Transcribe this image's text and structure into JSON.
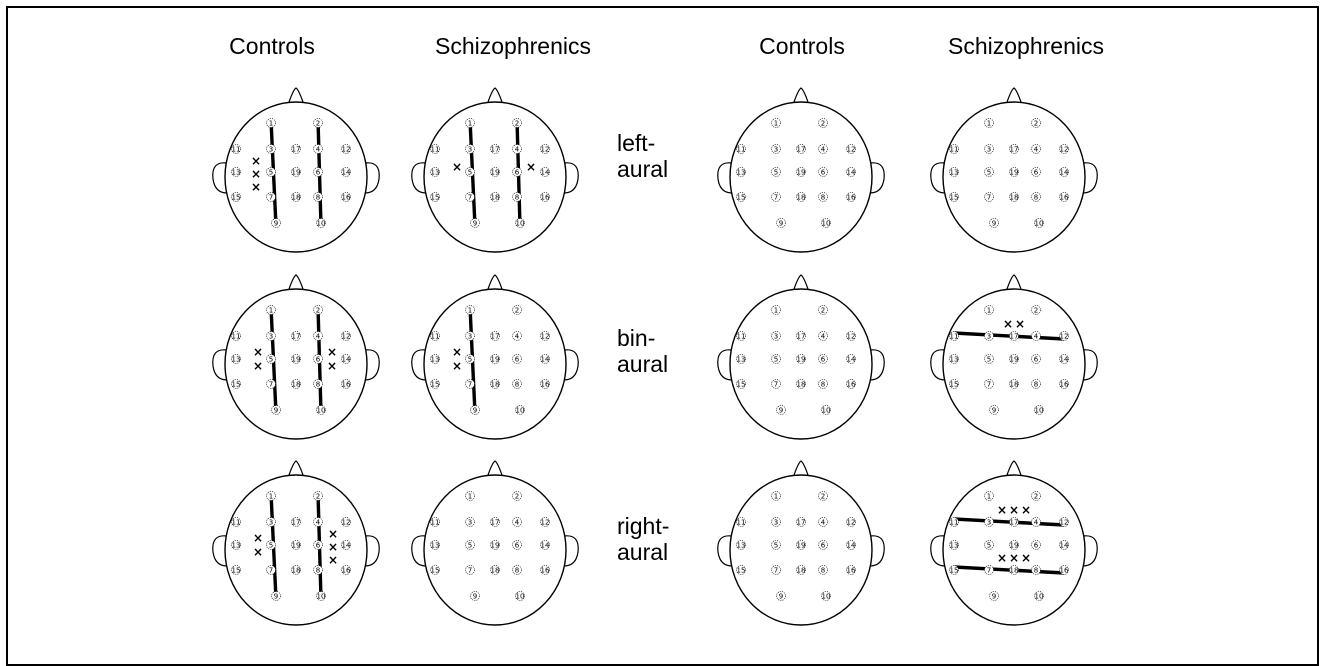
{
  "columns": [
    "Controls",
    "Schizophrenics",
    "Controls",
    "Schizophrenics"
  ],
  "conditions": [
    {
      "line1": "left-",
      "line2": "aural"
    },
    {
      "line1": "bin-",
      "line2": "aural"
    },
    {
      "line1": "right-",
      "line2": "aural"
    }
  ],
  "electrodes": [
    "1",
    "2",
    "3",
    "4",
    "5",
    "6",
    "7",
    "8",
    "9",
    "10",
    "11",
    "12",
    "13",
    "14",
    "15",
    "16",
    "17",
    "18",
    "19"
  ],
  "heads": [
    {
      "row": 0,
      "col": 0,
      "group": "Controls",
      "condition": "left-aural",
      "lines": [
        [
          "1",
          "9"
        ],
        [
          "2",
          "10"
        ]
      ],
      "x_marks": [
        "left-3"
      ]
    },
    {
      "row": 0,
      "col": 1,
      "group": "Schizophrenics",
      "condition": "left-aural",
      "lines": [
        [
          "1",
          "9"
        ],
        [
          "2",
          "10"
        ]
      ],
      "x_marks": [
        "left-1",
        "right-1"
      ]
    },
    {
      "row": 0,
      "col": 2,
      "group": "Controls",
      "condition": "left-aural",
      "lines": [],
      "x_marks": []
    },
    {
      "row": 0,
      "col": 3,
      "group": "Schizophrenics",
      "condition": "left-aural",
      "lines": [],
      "x_marks": []
    },
    {
      "row": 1,
      "col": 0,
      "group": "Controls",
      "condition": "bin-aural",
      "lines": [
        [
          "1",
          "9"
        ],
        [
          "2",
          "10"
        ]
      ],
      "x_marks": [
        "left-2",
        "right-2"
      ]
    },
    {
      "row": 1,
      "col": 1,
      "group": "Schizophrenics",
      "condition": "bin-aural",
      "lines": [
        [
          "1",
          "9"
        ]
      ],
      "x_marks": [
        "left-2"
      ]
    },
    {
      "row": 1,
      "col": 2,
      "group": "Controls",
      "condition": "bin-aural",
      "lines": [],
      "x_marks": []
    },
    {
      "row": 1,
      "col": 3,
      "group": "Schizophrenics",
      "condition": "bin-aural",
      "lines": [
        [
          "11",
          "12"
        ]
      ],
      "x_marks": [
        "top-2"
      ]
    },
    {
      "row": 2,
      "col": 0,
      "group": "Controls",
      "condition": "right-aural",
      "lines": [
        [
          "1",
          "9"
        ],
        [
          "2",
          "10"
        ]
      ],
      "x_marks": [
        "left-2",
        "right-3"
      ]
    },
    {
      "row": 2,
      "col": 1,
      "group": "Schizophrenics",
      "condition": "right-aural",
      "lines": [],
      "x_marks": []
    },
    {
      "row": 2,
      "col": 2,
      "group": "Controls",
      "condition": "right-aural",
      "lines": [],
      "x_marks": []
    },
    {
      "row": 2,
      "col": 3,
      "group": "Schizophrenics",
      "condition": "right-aural",
      "lines": [
        [
          "11",
          "12"
        ],
        [
          "15",
          "16"
        ]
      ],
      "x_marks": [
        "top-3",
        "mid-3"
      ]
    }
  ],
  "colors": {
    "ink": "#000000",
    "background": "#ffffff"
  }
}
